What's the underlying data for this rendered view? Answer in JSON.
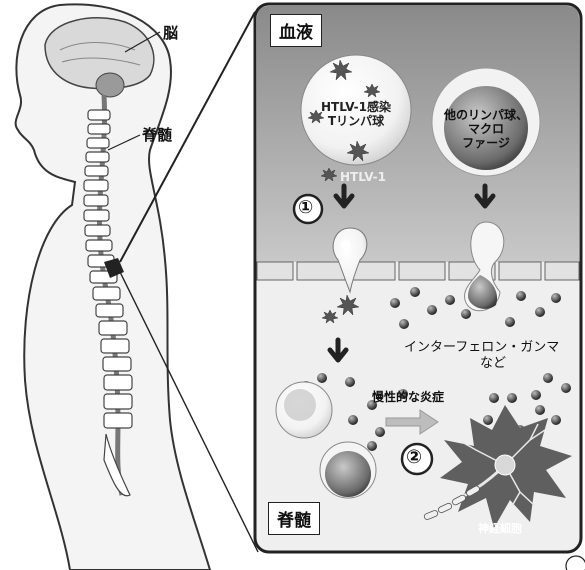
{
  "labels": {
    "brain": "脳",
    "spinal_cord_body": "脊髄",
    "blood": "血液",
    "spinal_cord_panel": "脊髄",
    "htlv_cell": "HTLV-1感染\nTリンパ球",
    "other_cell": "他のリンパ球、\nマクロ\nファージ",
    "virus": "HTLV-1",
    "step1": "①",
    "step2": "②",
    "ifn_line1": "インターフェロン・ガンマ",
    "ifn_line2": "など",
    "chronic": "慢性的な炎症",
    "neuron": "神経細胞"
  },
  "colors": {
    "panel_border": "#222222",
    "blood_bg_top": "#8c8c8c",
    "blood_bg_bottom": "#c4c4c4",
    "cord_bg": "#efefef",
    "body_outline": "#333333"
  }
}
